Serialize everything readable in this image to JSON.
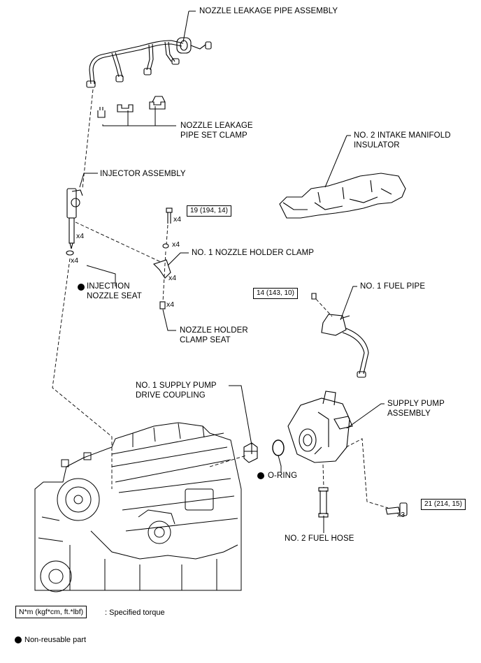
{
  "parts": {
    "nozzle_leakage_pipe_assembly": "NOZZLE LEAKAGE PIPE ASSEMBLY",
    "nozzle_leakage_pipe_set_clamp": "NOZZLE LEAKAGE\nPIPE SET CLAMP",
    "no2_intake_manifold_insulator": "NO. 2 INTAKE MANIFOLD\nINSULATOR",
    "injector_assembly": "INJECTOR ASSEMBLY",
    "no1_nozzle_holder_clamp": "NO. 1 NOZZLE HOLDER CLAMP",
    "injection_nozzle_seat": "INJECTION\nNOZZLE SEAT",
    "nozzle_holder_clamp_seat": "NOZZLE HOLDER\nCLAMP SEAT",
    "no1_fuel_pipe": "NO. 1 FUEL PIPE",
    "no1_supply_pump_drive_coupling": "NO. 1 SUPPLY PUMP\nDRIVE COUPLING",
    "supply_pump_assembly": "SUPPLY PUMP\nASSEMBLY",
    "o_ring": "O-RING",
    "no2_fuel_hose": "NO. 2 FUEL HOSE"
  },
  "torques": {
    "nozzle_holder_bolt": "19 (194, 14)",
    "fuel_pipe_bolt": "14 (143, 10)",
    "supply_pump_bolt": "21 (214, 15)"
  },
  "quantities": {
    "injector": "x4",
    "nozzle_seat": "x4",
    "holder_bolt": "x4",
    "holder_nut": "x4",
    "holder_clamp": "x4",
    "clamp_seat": "x4",
    "pump_bolt": "x3"
  },
  "legend": {
    "torque_unit": "N*m (kgf*cm, ft.*lbf)",
    "torque_desc": ": Specified torque",
    "nonreusable_desc": "Non-reusable part"
  }
}
